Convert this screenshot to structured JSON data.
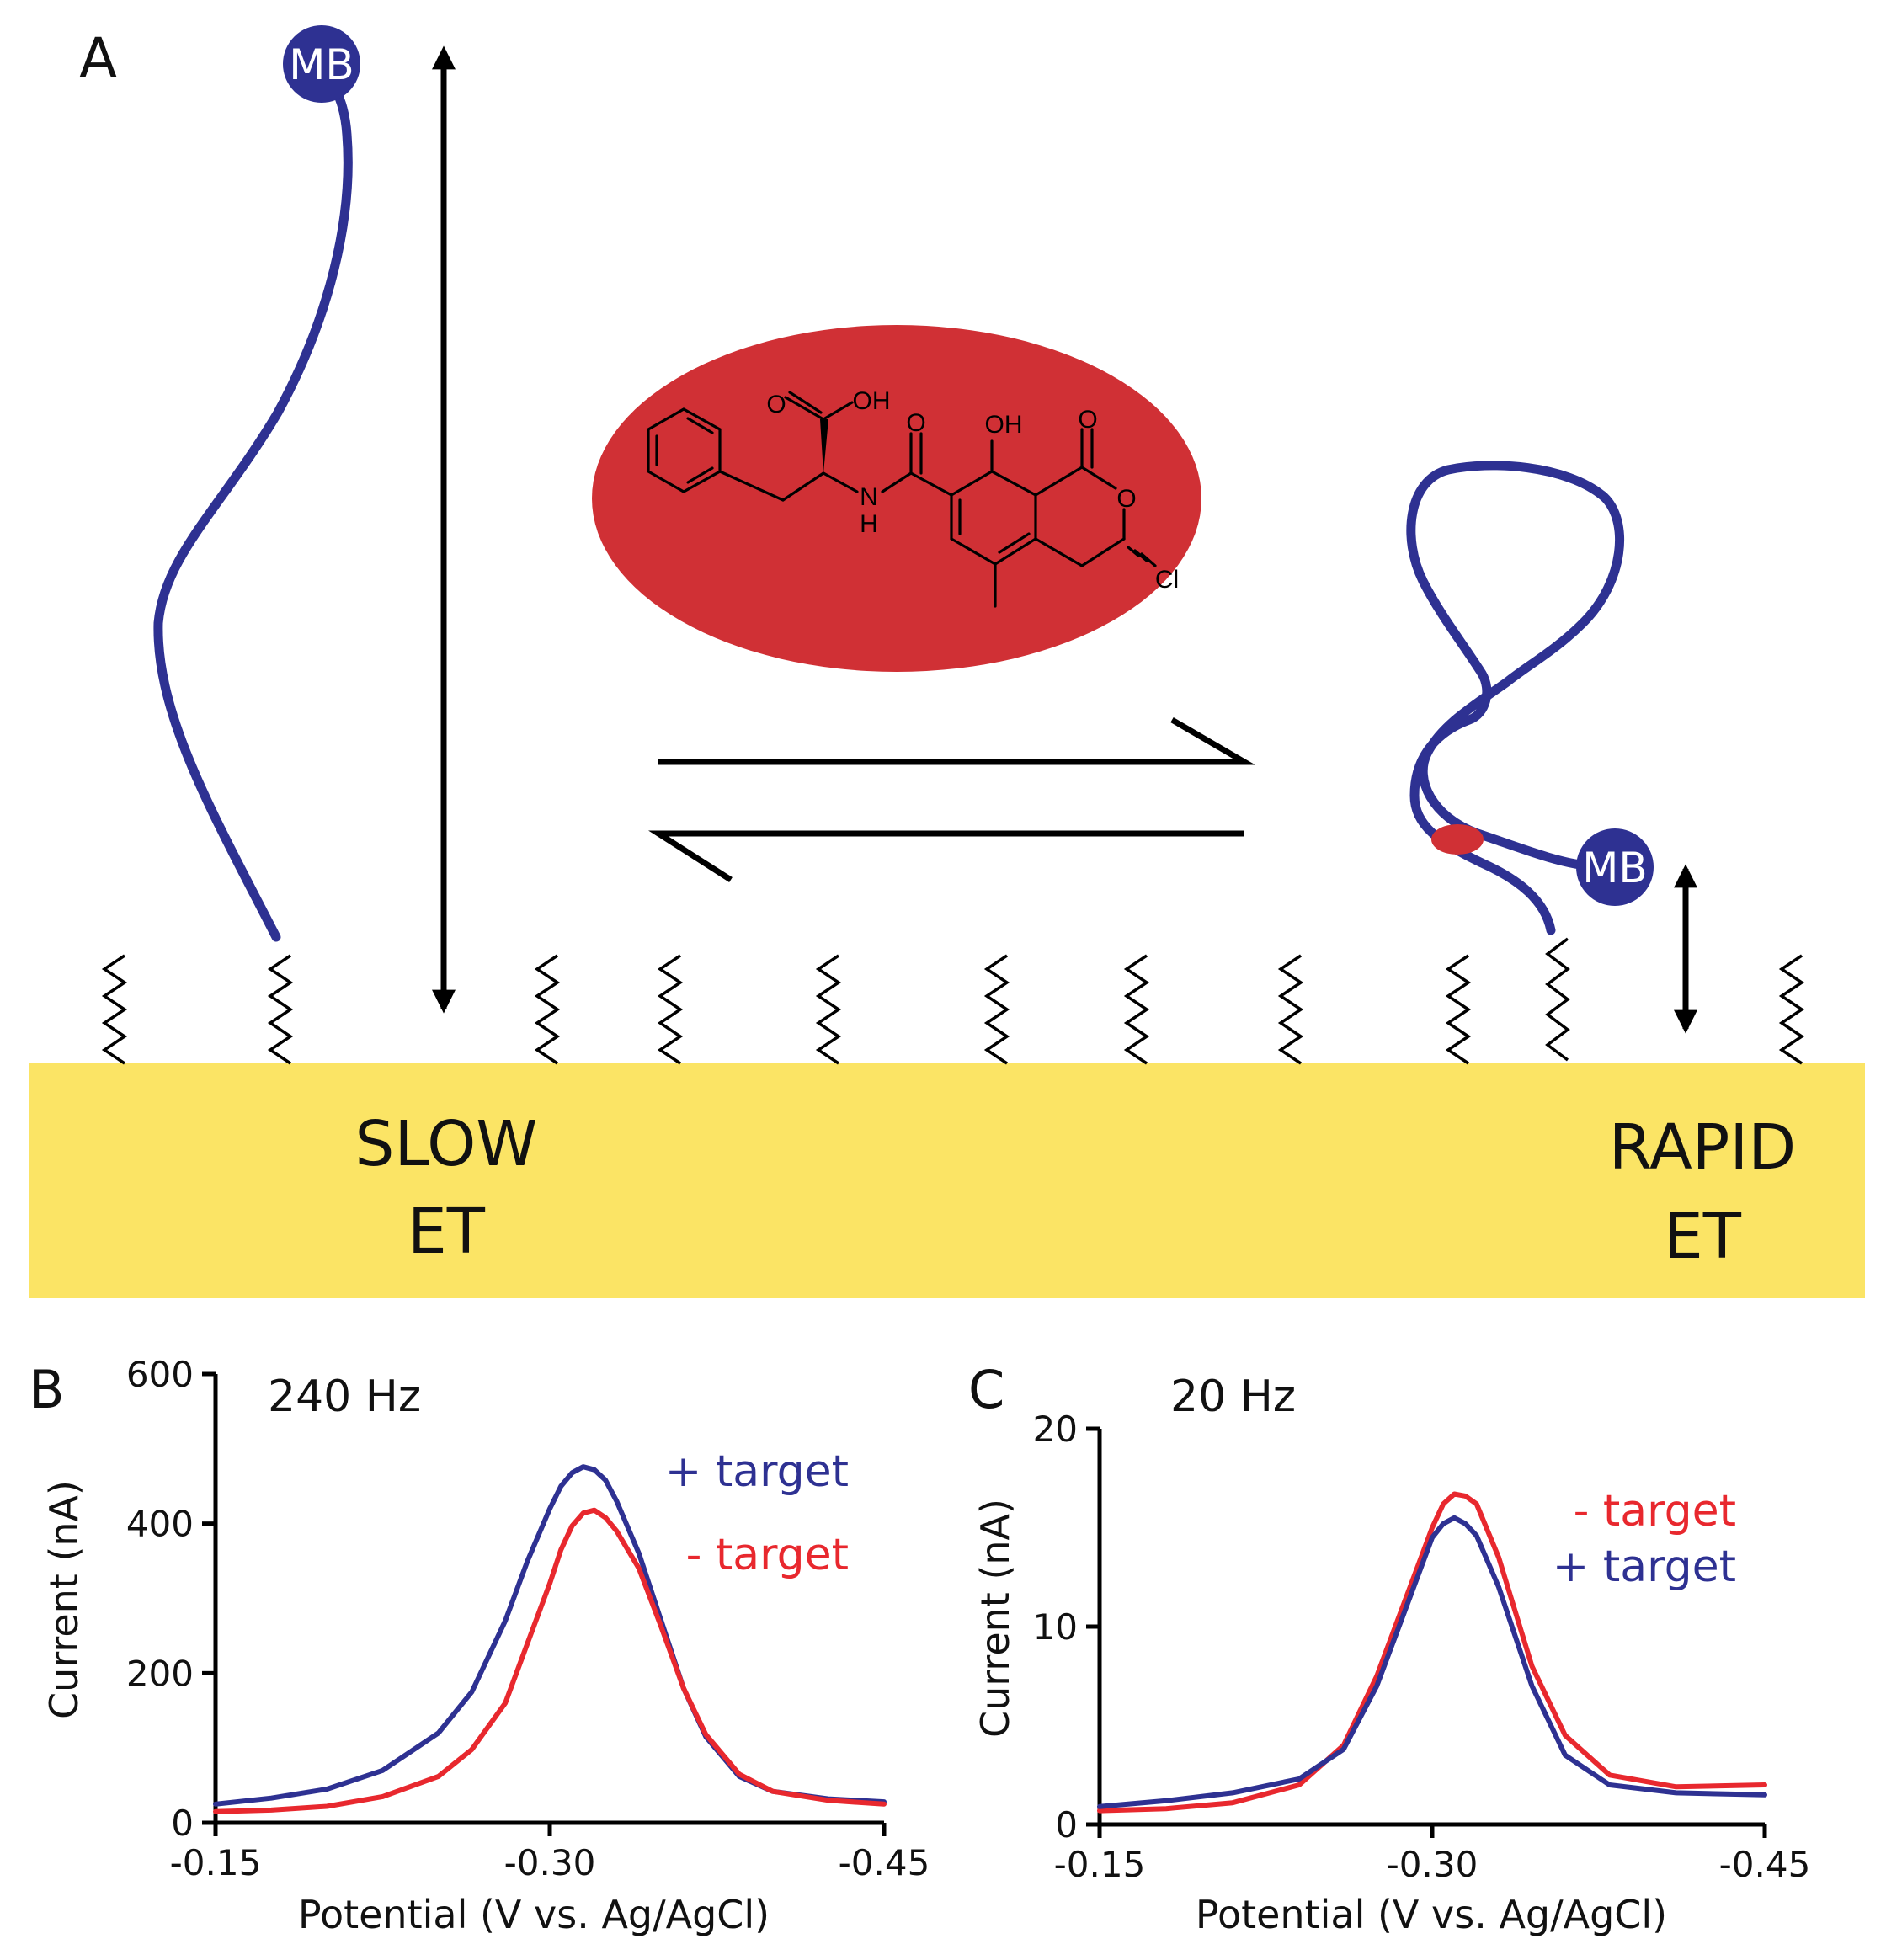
{
  "panel_a": {
    "label": "A",
    "redox_label": "MB",
    "slow_line1": "SLOW",
    "slow_line2": "ET",
    "rapid_line1": "RAPID",
    "rapid_line2": "ET",
    "molecule_atoms": [
      "O",
      "OH",
      "N",
      "H",
      "O",
      "OH",
      "O",
      "O",
      "Cl"
    ],
    "colors": {
      "dna": "#2e3192",
      "target": "#d03035",
      "electrode": "#fbe465"
    }
  },
  "chart_data": [
    {
      "type": "line",
      "panel_label": "B",
      "frequency_label": "240 Hz",
      "xlabel": "Potential (V vs. Ag/AgCl)",
      "ylabel": "Current (nA)",
      "xlim": [
        -0.15,
        -0.45
      ],
      "ylim": [
        0,
        600
      ],
      "x_ticks": [
        "-0.15",
        "-0.30",
        "-0.45"
      ],
      "y_ticks": [
        "0",
        "200",
        "400",
        "600"
      ],
      "x": [
        -0.15,
        -0.175,
        -0.2,
        -0.225,
        -0.25,
        -0.265,
        -0.28,
        -0.29,
        -0.3,
        -0.305,
        -0.31,
        -0.315,
        -0.32,
        -0.325,
        -0.33,
        -0.34,
        -0.35,
        -0.36,
        -0.37,
        -0.385,
        -0.4,
        -0.425,
        -0.45
      ],
      "series": [
        {
          "name": "+ target",
          "color": "#2e3192",
          "values": [
            25,
            33,
            45,
            70,
            120,
            175,
            270,
            350,
            420,
            450,
            468,
            476,
            472,
            458,
            430,
            360,
            270,
            180,
            115,
            62,
            42,
            32,
            28
          ]
        },
        {
          "name": "- target",
          "color": "#e8282e",
          "values": [
            15,
            17,
            22,
            35,
            62,
            98,
            160,
            240,
            320,
            365,
            397,
            414,
            418,
            408,
            390,
            340,
            262,
            180,
            118,
            65,
            42,
            30,
            25
          ]
        }
      ],
      "legend": [
        "+ target",
        "- target"
      ],
      "legend_placement": "top-right"
    },
    {
      "type": "line",
      "panel_label": "C",
      "frequency_label": "20 Hz",
      "xlabel": "Potential (V vs. Ag/AgCl)",
      "ylabel": "Current (nA)",
      "xlim": [
        -0.15,
        -0.45
      ],
      "ylim": [
        0,
        20
      ],
      "x_ticks": [
        "-0.15",
        "-0.30",
        "-0.45"
      ],
      "y_ticks": [
        "0",
        "10",
        "20"
      ],
      "x": [
        -0.15,
        -0.18,
        -0.21,
        -0.24,
        -0.26,
        -0.275,
        -0.29,
        -0.3,
        -0.305,
        -0.31,
        -0.315,
        -0.32,
        -0.33,
        -0.345,
        -0.36,
        -0.38,
        -0.41,
        -0.45
      ],
      "series": [
        {
          "name": "- target",
          "color": "#e8282e",
          "values": [
            0.7,
            0.8,
            1.1,
            2.0,
            4.0,
            7.5,
            12.0,
            15.0,
            16.2,
            16.7,
            16.6,
            16.2,
            13.5,
            8.0,
            4.5,
            2.5,
            1.9,
            2.0
          ]
        },
        {
          "name": "+ target",
          "color": "#2e3192",
          "values": [
            0.9,
            1.2,
            1.6,
            2.3,
            3.8,
            7.0,
            11.5,
            14.5,
            15.2,
            15.5,
            15.2,
            14.6,
            12.0,
            7.0,
            3.5,
            2.0,
            1.6,
            1.5
          ]
        }
      ],
      "legend": [
        "- target",
        "+ target"
      ],
      "legend_placement": "top-right"
    }
  ]
}
